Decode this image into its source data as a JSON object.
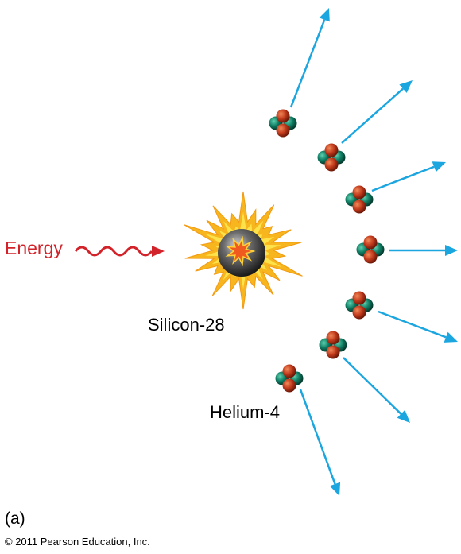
{
  "labels": {
    "energy": "Energy",
    "silicon": "Silicon-28",
    "helium": "Helium-4",
    "panel": "(a)",
    "copyright": "© 2011 Pearson Education, Inc."
  },
  "colors": {
    "energy_wave": "#d2232a",
    "arrow": "#1ba6e0",
    "proton": "#c23a1c",
    "neutron": "#0f7d63",
    "burst_outer": "#f7b51e",
    "burst_inner": "#fde24a",
    "nucleus": "#2b2b2b",
    "core_star": "#f05a1e"
  },
  "helium_nucleus_count": 7,
  "icons": [
    "wavy-arrow-icon",
    "explosion-burst-icon",
    "alpha-particle-icon",
    "outgoing-arrow-icon"
  ]
}
